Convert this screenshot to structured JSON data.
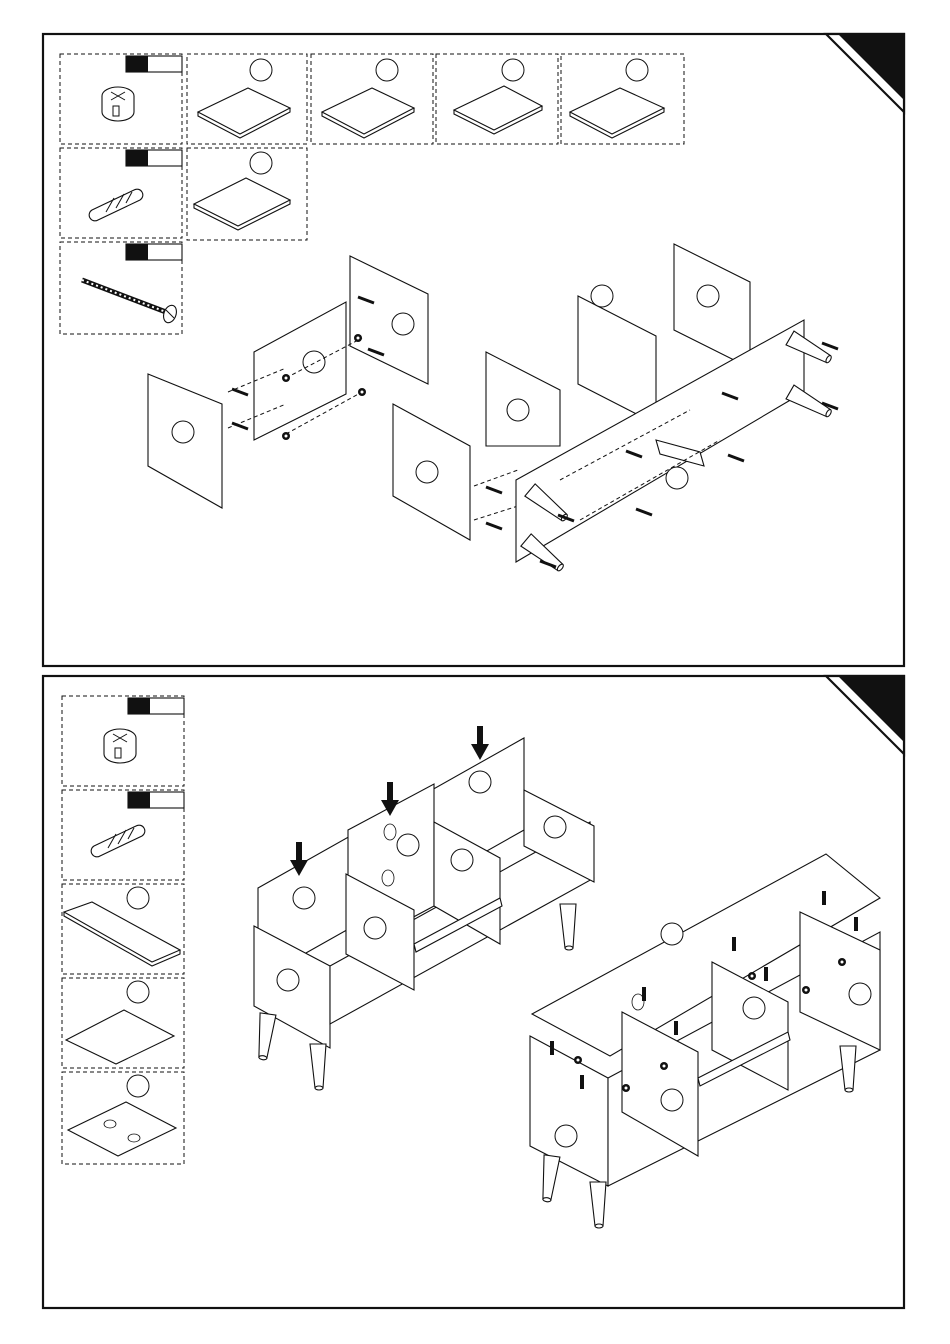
{
  "hardware_kinds": [
    "cam-lock",
    "wooden-dowel",
    "screw"
  ],
  "steps": [
    {
      "step_label": "",
      "part_labels": [
        "",
        "",
        "",
        "",
        "",
        ""
      ],
      "hardware_labels": [
        "",
        "",
        ""
      ]
    },
    {
      "step_label": "",
      "part_labels": [
        "",
        "",
        ""
      ],
      "hardware_labels": [
        "",
        ""
      ]
    }
  ],
  "colors": {
    "line": "#111111",
    "fill": "#ffffff"
  }
}
